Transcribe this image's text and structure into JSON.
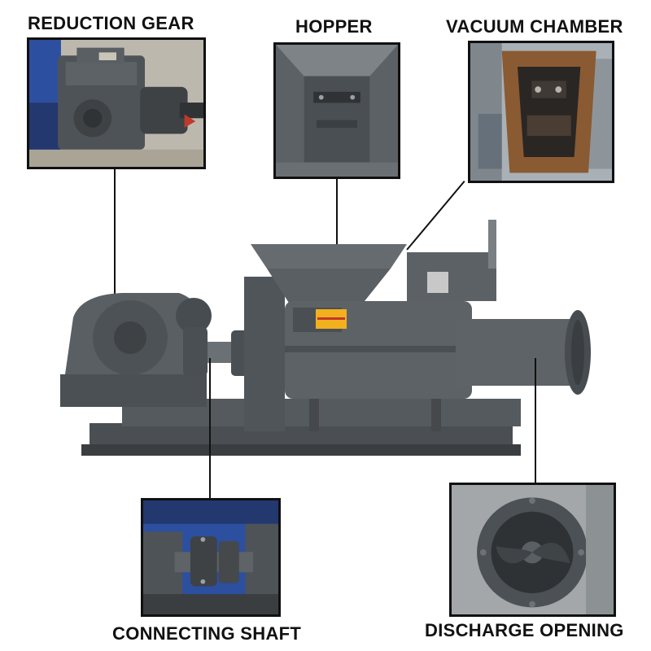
{
  "labels": {
    "reduction_gear": "REDUCTION GEAR",
    "hopper": "HOPPER",
    "vacuum_chamber": "VACUUM CHAMBER",
    "connecting_shaft": "CONNECTING SHAFT",
    "discharge_opening": "DISCHARGE OPENING"
  },
  "machine_plate_text": "",
  "colors": {
    "machine_body": "#5a5f63",
    "machine_dark": "#3e4245",
    "warning_label": "#f2b01e",
    "vacuum_rust": "#8a5a32",
    "motor_blue": "#2d4fa0",
    "frame_border": "#111111"
  }
}
